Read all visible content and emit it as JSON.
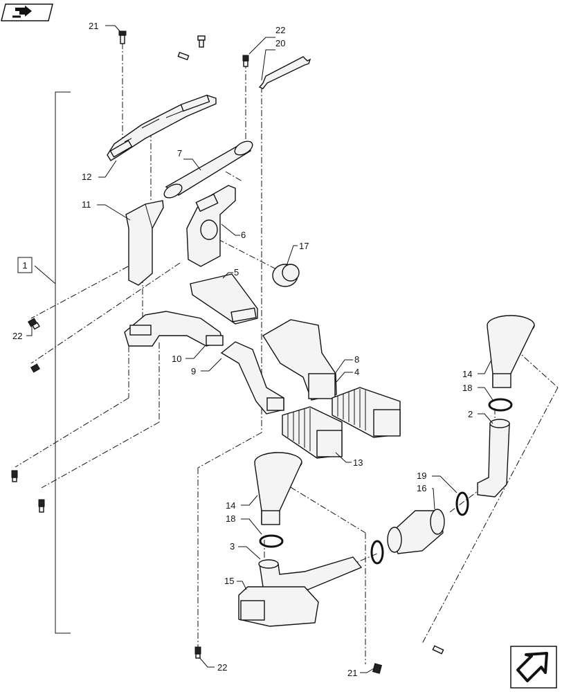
{
  "icons": {
    "top_nav": "back-arrow-icon",
    "bottom_nav": "forward-arrow-icon"
  },
  "assembly_label": "1",
  "labels": {
    "p21_top": "21",
    "p22_top": "22",
    "p20": "20",
    "p7": "7",
    "p12": "12",
    "p11": "11",
    "p6": "6",
    "p17": "17",
    "p5": "5",
    "p22_left": "22",
    "p10": "10",
    "p9": "9",
    "p8": "8",
    "p4": "4",
    "p14_right": "14",
    "p18_right": "18",
    "p2": "2",
    "p13": "13",
    "p19": "19",
    "p16": "16",
    "p14_left": "14",
    "p18_left": "18",
    "p3": "3",
    "p15": "15",
    "p22_bottom": "22",
    "p21_bottom": "21"
  }
}
